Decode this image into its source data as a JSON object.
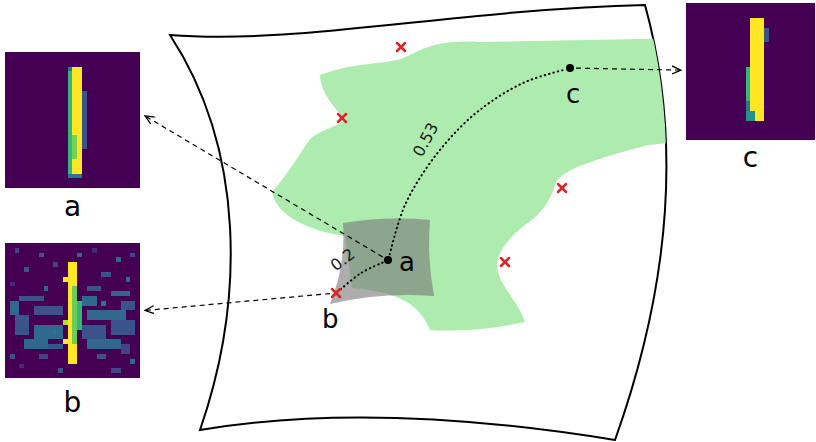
{
  "diagram": {
    "nodes": [
      {
        "text": [
          "c"
        ]
      },
      {
        "text": [
          "a"
        ]
      },
      {
        "text": [
          "c"
        ]
      },
      {
        "text": [
          "b"
        ]
      },
      {
        "text": [
          "a"
        ]
      },
      {
        "text": [
          "b"
        ]
      }
    ],
    "edges": [
      {
        "from": 4,
        "to": 1,
        "arrow": "to"
      },
      {
        "from": 5,
        "to": 3,
        "arrow": "to"
      },
      {
        "from": 2,
        "to": 0,
        "arrow": "to"
      },
      {
        "from": 4,
        "to": 5,
        "label": "0.2",
        "arrow": "none"
      },
      {
        "from": 4,
        "to": 2,
        "label": "0.53",
        "arrow": "none"
      }
    ]
  }
}
